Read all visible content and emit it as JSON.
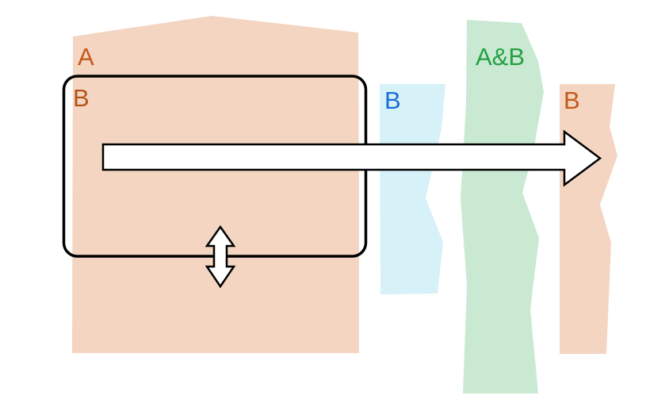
{
  "diagram": {
    "description": "memory-region mapping diagram",
    "regions": {
      "a": {
        "label": "A",
        "fill": "#f3d5c2",
        "label_color": "#c4591a"
      },
      "b_inner": {
        "label": "B",
        "label_color": "#b65317"
      },
      "b_cyan": {
        "label": "B",
        "fill": "#d6f1f7",
        "label_color": "#1b6ed8"
      },
      "ab": {
        "label": "A&B",
        "fill": "#c9e9d3",
        "label_color": "#26a144"
      },
      "b_right": {
        "label": "B",
        "fill": "#f3d5c2",
        "label_color": "#c4591a"
      }
    },
    "outline": {
      "color": "#000000",
      "arrow_fill": "#ffffff"
    },
    "arrows": {
      "horizontal": "right-open-arrow",
      "vertical": "double-headed-vertical-open-arrow"
    }
  }
}
